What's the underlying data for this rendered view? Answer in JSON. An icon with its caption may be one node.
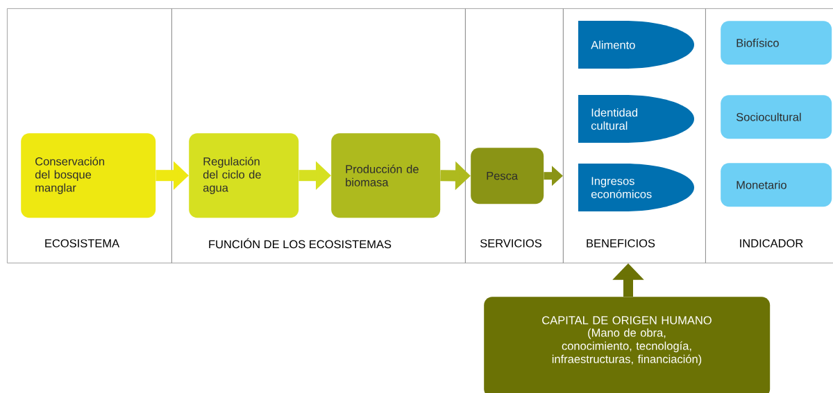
{
  "diagram": {
    "nodes": [
      {
        "text": [
          "ECOSISTEMA"
        ]
      },
      {
        "text": [
          "Conservación del bosque manglar"
        ],
        "in": 0
      },
      {
        "text": [
          "FUNCIÓN DE LOS ECOSISTEMAS"
        ]
      },
      {
        "text": [
          "Regulación del ciclo de agua"
        ],
        "in": 2
      },
      {
        "text": [
          "Producción de biomasa"
        ],
        "in": 2
      },
      {
        "text": [
          "SERVICIOS"
        ]
      },
      {
        "text": [
          "Pesca"
        ],
        "in": 5
      },
      {
        "text": [
          "BENEFICIOS"
        ]
      },
      {
        "text": [
          "Alimento"
        ],
        "in": 7
      },
      {
        "text": [
          "Identidad cultural"
        ],
        "in": 7
      },
      {
        "text": [
          "Ingresos económicos"
        ],
        "in": 7
      },
      {
        "text": [
          "INDICADOR"
        ]
      },
      {
        "text": [
          "Biofísico"
        ],
        "in": 11
      },
      {
        "text": [
          "Sociocultural"
        ],
        "in": 11
      },
      {
        "text": [
          "Monetario"
        ],
        "in": 11
      },
      {
        "text": [
          "CAPITAL DE ORIGEN HUMANO",
          "(Mano de obra, conocimiento, tecnología, infraestructuras, financiación)"
        ]
      }
    ],
    "edges": [
      {
        "from": 1,
        "to": 3,
        "arrow": "to",
        "color": "#eee811"
      },
      {
        "from": 3,
        "to": 4,
        "arrow": "to",
        "color": "#d6e021"
      },
      {
        "from": 4,
        "to": 6,
        "arrow": "to",
        "color": "#aeba1e"
      },
      {
        "from": 6,
        "to": 7,
        "arrow": "to",
        "color": "#8a9415"
      },
      {
        "from": 15,
        "to": 7,
        "arrow": "to",
        "color": "#6b7205"
      }
    ]
  }
}
